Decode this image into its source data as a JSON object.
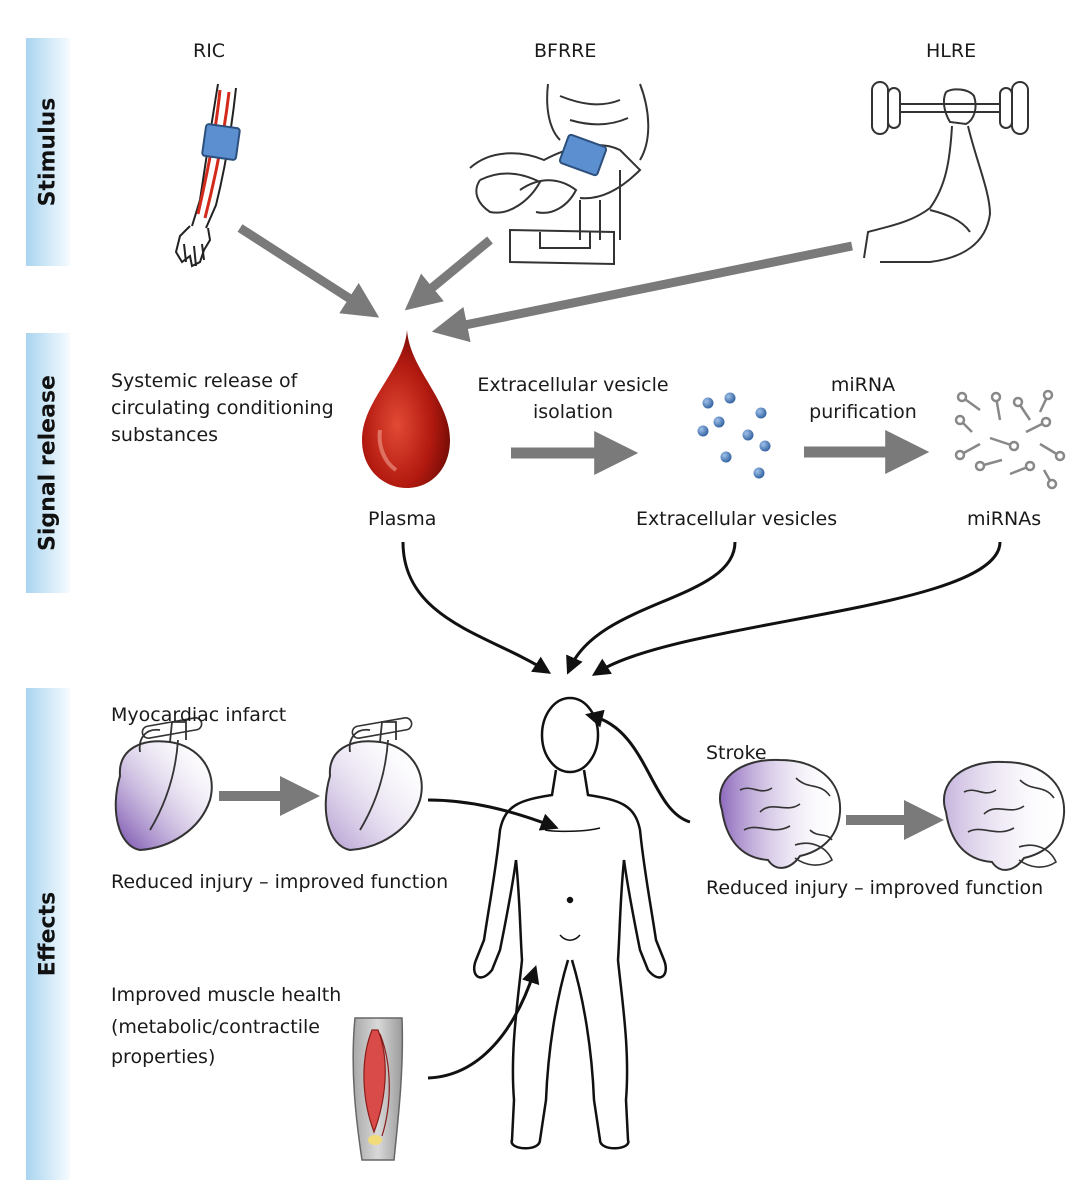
{
  "sections": {
    "stimulus": "Stimulus",
    "signal_release": "Signal release",
    "effects": "Effects"
  },
  "stimuli": {
    "ric": "RIC",
    "bfrre": "BFRRE",
    "hlre": "HLRE"
  },
  "signal": {
    "systemic_line1": "Systemic release of",
    "systemic_line2": "circulating conditioning",
    "systemic_line3": "substances",
    "ev_isolation_line1": "Extracellular vesicle",
    "ev_isolation_line2": "isolation",
    "mirna_purification_line1": "miRNA",
    "mirna_purification_line2": "purification",
    "plasma": "Plasma",
    "extracellular_vesicles": "Extracellular vesicles",
    "mirnas": "miRNAs"
  },
  "effects": {
    "myocardiac": "Myocardiac infarct",
    "heart_outcome": "Reduced injury – improved function",
    "stroke": "Stroke",
    "brain_outcome": "Reduced injury – improved function",
    "muscle_line1": "Improved muscle health",
    "muscle_line2": "(metabolic/contractile",
    "muscle_line3": "properties)"
  },
  "colors": {
    "arrow_gray": "#7a7a7a",
    "cuff_blue": "#5b8fcf",
    "blood_red": "#b31a10",
    "vesicle_blue": "#4a7fc0",
    "injury_purple": "#7a4fb0",
    "band_blue": "#a9d4ef"
  }
}
